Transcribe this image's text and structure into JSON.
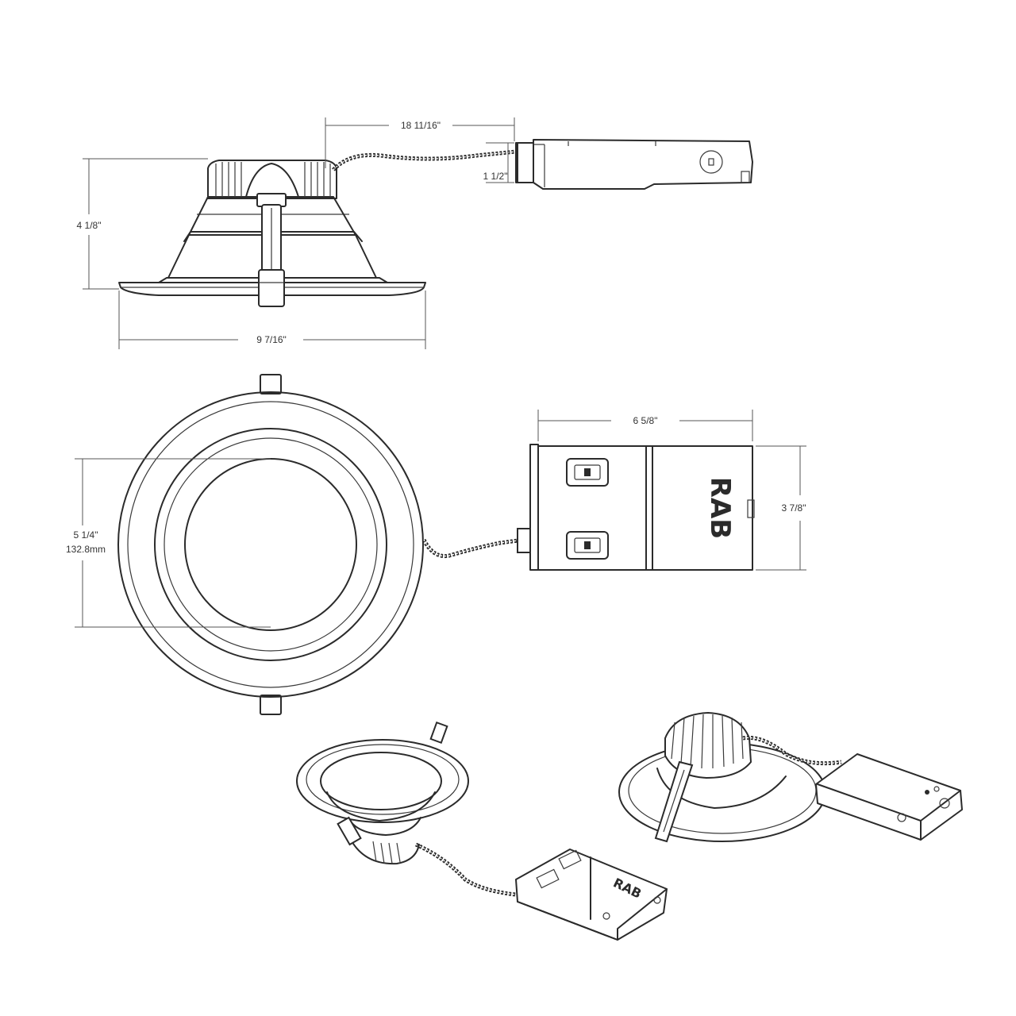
{
  "dimensions": {
    "cable_length": "18 11/16\"",
    "box_height_side": "1 1/2\"",
    "fixture_height": "4 1/8\"",
    "fixture_width": "9 7/16\"",
    "box_width": "6 5/8\"",
    "box_depth": "3 7/8\"",
    "aperture_in": "5 1/4\"",
    "aperture_mm": "132.8mm"
  },
  "brand": {
    "logo_top_view": "RAB",
    "logo_iso_view": "RAB"
  },
  "colors": {
    "line": "#2b2b2b",
    "background": "#ffffff"
  }
}
